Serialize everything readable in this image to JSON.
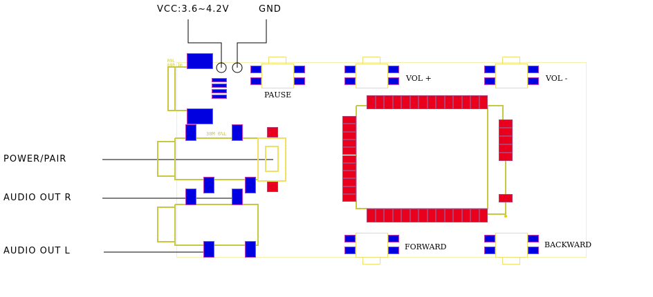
{
  "labels": {
    "vcc": "VCC:3.6~4.2V",
    "gnd": "GND",
    "power_pair": "POWER/PAIR",
    "audio_out_r": "AUDIO OUT R",
    "audio_out_l": "AUDIO OUT L",
    "pause": "PAUSE",
    "vol_plus": "VOL +",
    "vol_minus": "VOL -",
    "forward": "FORWARD",
    "backward": "BACKWARD"
  },
  "colors": {
    "pad_blue": "#0000e0",
    "pad_red": "#e8001c",
    "silkscreen": "#c8c840"
  }
}
